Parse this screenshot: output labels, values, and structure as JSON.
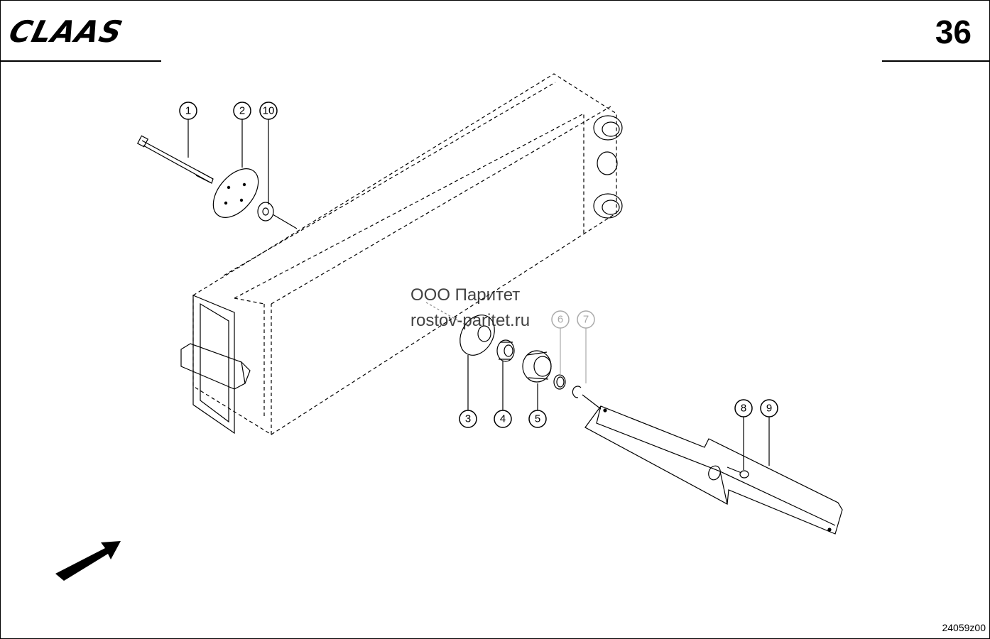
{
  "header": {
    "brand": "CLAAS",
    "page_number": "36"
  },
  "watermark": {
    "line1": "ООО Паритет",
    "line2": "rostov-paritet.ru"
  },
  "footer": {
    "drawing_code": "24059z00"
  },
  "callouts": [
    {
      "id": "1",
      "faint": false
    },
    {
      "id": "2",
      "faint": false
    },
    {
      "id": "10",
      "faint": false
    },
    {
      "id": "3",
      "faint": false
    },
    {
      "id": "4",
      "faint": false
    },
    {
      "id": "5",
      "faint": false
    },
    {
      "id": "6",
      "faint": true
    },
    {
      "id": "7",
      "faint": true
    },
    {
      "id": "8",
      "faint": false
    },
    {
      "id": "9",
      "faint": false
    }
  ],
  "colors": {
    "ink": "#000000",
    "faint_ink": "#aaaaaa",
    "part_fill": "#ffffff"
  }
}
